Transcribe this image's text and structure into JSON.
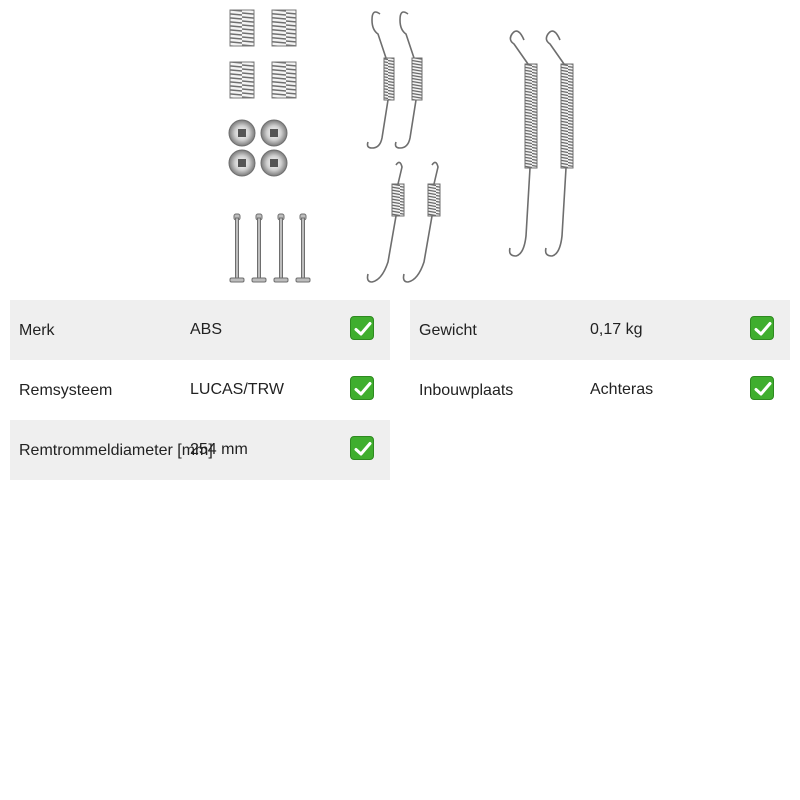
{
  "product_image": {
    "icon": "brake-shoe-spring-kit-image"
  },
  "specs_left": [
    {
      "label": "Merk",
      "value": "ABS",
      "check_icon": "check-mark-icon"
    },
    {
      "label": "Remsysteem",
      "value": "LUCAS/TRW",
      "check_icon": "check-mark-icon"
    },
    {
      "label": "Remtrommeldiameter [mm]",
      "value": "254 mm",
      "check_icon": "check-mark-icon"
    }
  ],
  "specs_right": [
    {
      "label": "Gewicht",
      "value": "0,17 kg",
      "check_icon": "check-mark-icon"
    },
    {
      "label": "Inbouwplaats",
      "value": "Achteras",
      "check_icon": "check-mark-icon"
    }
  ],
  "colors": {
    "row_shaded": "#efefef",
    "check_green": "#3fae2e",
    "metal": "#8a8a8a"
  }
}
